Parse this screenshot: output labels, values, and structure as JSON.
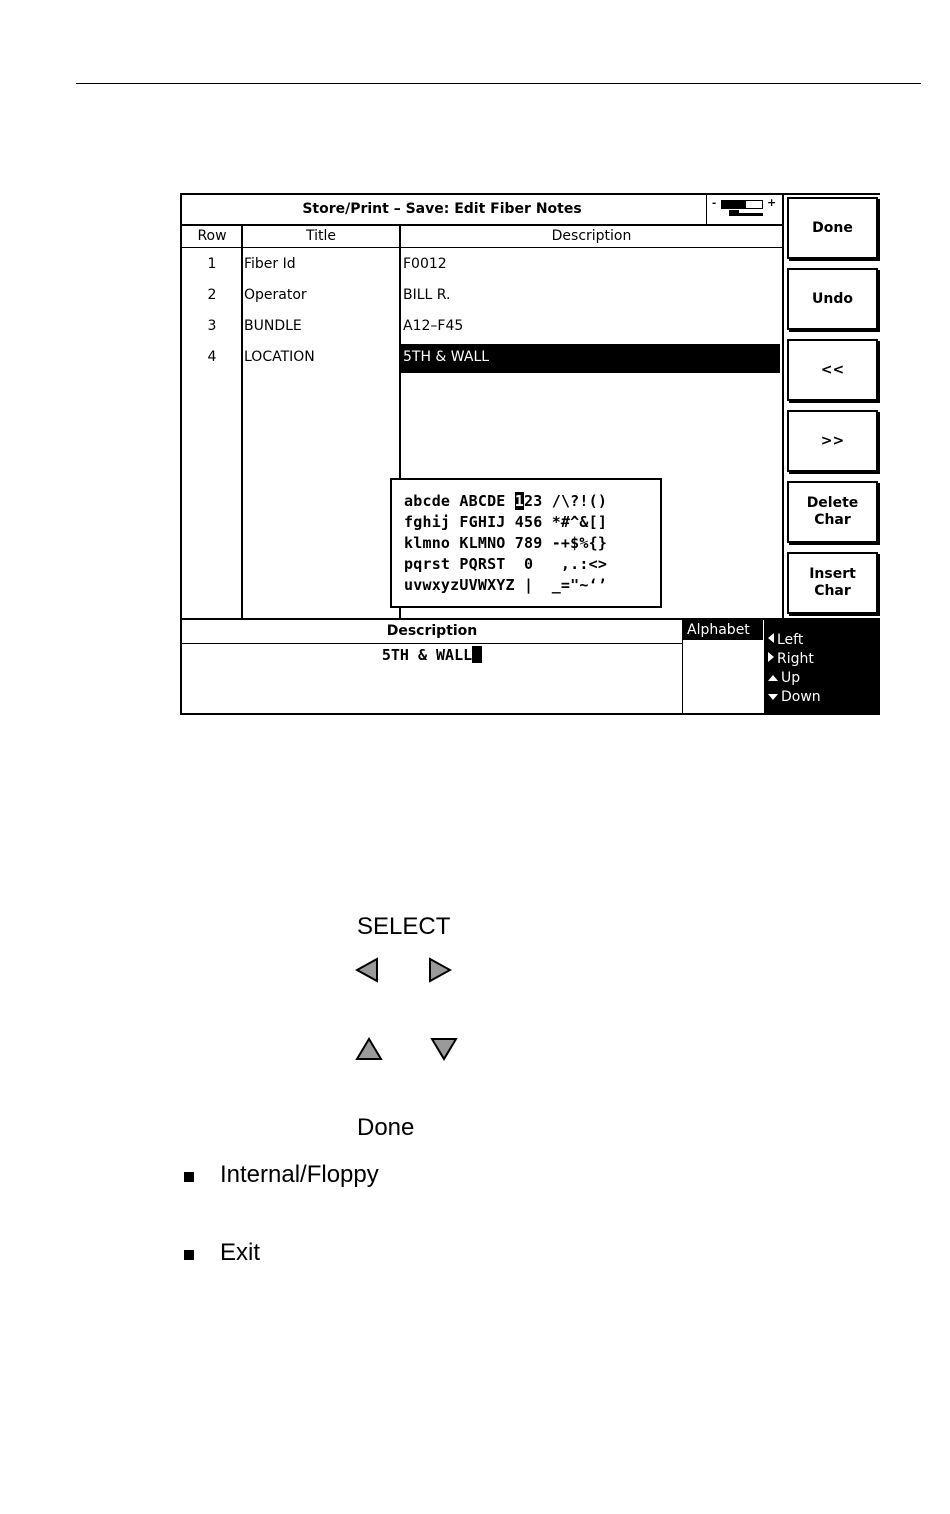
{
  "screen": {
    "title": "Store/Print – Save: Edit Fiber Notes",
    "columns": {
      "row": "Row",
      "title": "Title",
      "description": "Description"
    },
    "rows": [
      {
        "row": "1",
        "title": "Fiber Id",
        "description": "F0012"
      },
      {
        "row": "2",
        "title": "Operator",
        "description": "BILL R."
      },
      {
        "row": "3",
        "title": "BUNDLE",
        "description": "A12–F45"
      },
      {
        "row": "4",
        "title": "LOCATION",
        "description": "5TH & WALL"
      }
    ],
    "charmap": {
      "line1_pre": "abcde ABCDE ",
      "line1_cursor": "1",
      "line1_post": "23 /\\?!()",
      "line2": "fghij FGHIJ 456 *#^&[]",
      "line3": "klmno KLMNO 789 -+$%{}",
      "line4": "pqrst PQRST  0   ,.:<>",
      "line5": "uvwxyzUVWXYZ |  _=\"~‘’"
    },
    "edit_label": "Description",
    "edit_value": "5TH & WALL",
    "alphabet_label": "Alphabet",
    "nav": {
      "left": "Left",
      "right": "Right",
      "up": "Up",
      "down": "Down"
    },
    "softkeys": {
      "done": "Done",
      "undo": "Undo",
      "prev": "<<",
      "next": ">>",
      "delete_line1": "Delete",
      "delete_line2": "Char",
      "insert_line1": "Insert",
      "insert_line2": "Char"
    }
  },
  "doc": {
    "select": "SELECT",
    "done": "Done",
    "bullets": [
      "Internal/Floppy",
      "Exit"
    ]
  }
}
